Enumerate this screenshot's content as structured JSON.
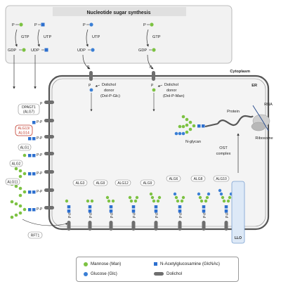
{
  "header": {
    "title": "Nucleotide sugar synthesis"
  },
  "synthesis": {
    "p": "P",
    "gtp": "GTP",
    "utp": "UTP",
    "gdp": "GDP",
    "udp": "UDP"
  },
  "compartments": {
    "cytoplasm": "Cytoplasm",
    "er": "ER"
  },
  "donors": {
    "glc_line1": "Dolichol",
    "glc_line2": "donor",
    "glc_line3": "(Dol-P-Glc)",
    "man_line1": "Dolichol",
    "man_line2": "donor",
    "man_line3": "(Dol-P-Man)"
  },
  "enzymes": {
    "dpagt1_line1": "DPAGT1",
    "dpagt1_line2": "(ALG7)",
    "alg13_line1": "ALG13/",
    "alg13_line2": "ALG14",
    "alg1": "ALG1",
    "alg2": "ALG2",
    "alg11": "ALG11",
    "rft1": "RFT1",
    "alg3": "ALG3",
    "alg9a": "ALG9",
    "alg12": "ALG12",
    "alg9b": "ALG9",
    "alg6": "ALG6",
    "alg8": "ALG8",
    "alg10": "ALG10"
  },
  "labels": {
    "pp": "P-P",
    "p_single": "P",
    "protein": "Protein",
    "rna": "RNA",
    "ribosome": "Ribosome",
    "n_glycan": "N-glycan",
    "ost_line1": "OST",
    "ost_line2": "complex",
    "llo": "LLO"
  },
  "legend": {
    "mannose": "Mannose (Man)",
    "glcnac": "N-Acetylglucosamine (GlcNAc)",
    "glucose": "Glucose (Glc)",
    "dolichol": "Dolichol"
  },
  "colors": {
    "mannose": "#7cc242",
    "glucose": "#3a7fd5",
    "glcnac": "#2c6fcf",
    "dolichol": "#6e6e6e",
    "membrane": "#555555",
    "er_fill": "#f4f4f4",
    "llo_fill": "#dde9f7"
  }
}
